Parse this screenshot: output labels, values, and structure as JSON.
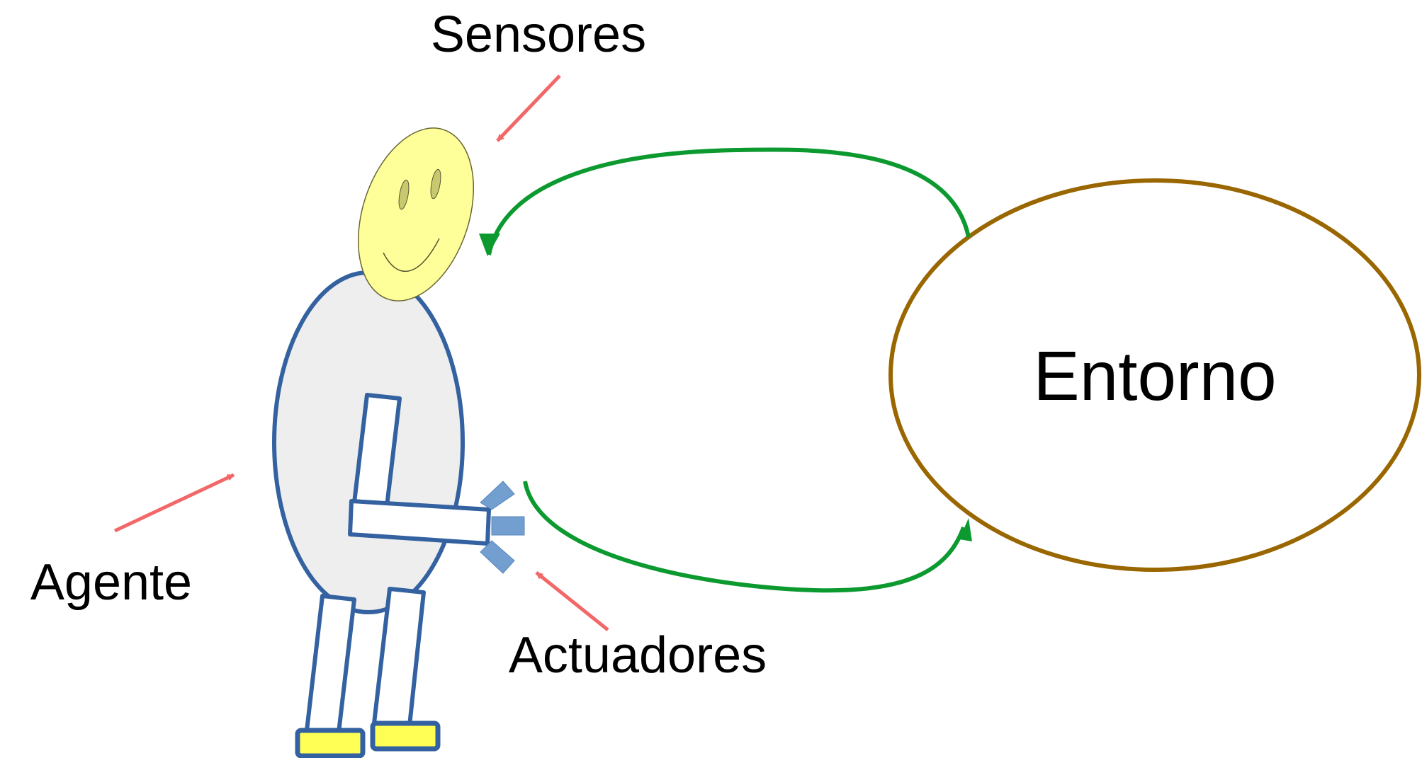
{
  "labels": {
    "sensors": "Sensores",
    "agent": "Agente",
    "actuators": "Actuadores",
    "environment": "Entorno"
  },
  "colors": {
    "agent_outline": "#3462a0",
    "agent_body_fill": "#eeeeee",
    "head_fill": "#ffff99",
    "eye_fill": "#c8c86e",
    "feet_fill": "#ffff55",
    "hand_fill": "#729fcf",
    "pointer_arrows": "#f26868",
    "flow_arrows": "#0c9a30",
    "environment_outline": "#996600"
  }
}
